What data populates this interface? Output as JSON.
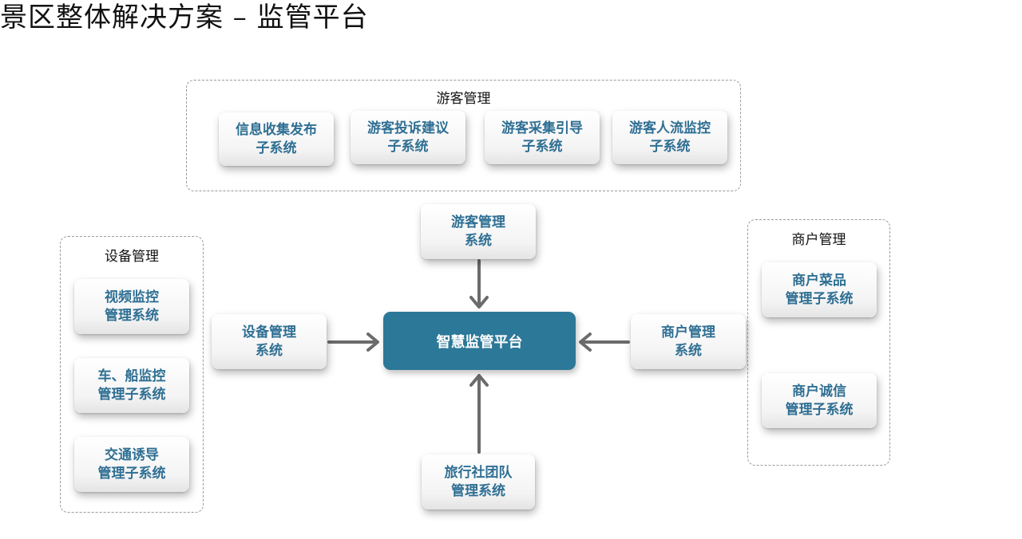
{
  "title": "景区整体解决方案 – 监管平台",
  "center": "智慧监管平台",
  "groups": {
    "visitor": {
      "label": "游客管理",
      "items": [
        {
          "line1": "信息收集发布",
          "line2": "子系统"
        },
        {
          "line1": "游客投诉建议",
          "line2": "子系统"
        },
        {
          "line1": "游客采集引导",
          "line2": "子系统"
        },
        {
          "line1": "游客人流监控",
          "line2": "子系统"
        }
      ]
    },
    "device": {
      "label": "设备管理",
      "items": [
        {
          "line1": "视频监控",
          "line2": "管理系统"
        },
        {
          "line1": "车、船监控",
          "line2": "管理子系统"
        },
        {
          "line1": "交通诱导",
          "line2": "管理子系统"
        }
      ]
    },
    "merchant": {
      "label": "商户管理",
      "items": [
        {
          "line1": "商户菜品",
          "line2": "管理子系统"
        },
        {
          "line1": "商户诚信",
          "line2": "管理子系统"
        }
      ]
    }
  },
  "nodes": {
    "top": {
      "line1": "游客管理",
      "line2": "系统"
    },
    "left": {
      "line1": "设备管理",
      "line2": "系统"
    },
    "right": {
      "line1": "商户管理",
      "line2": "系统"
    },
    "bottom": {
      "line1": "旅行社团队",
      "line2": "管理系统"
    }
  },
  "colors": {
    "accent": "#2c7898",
    "card_text": "#2f6f93",
    "arrow": "#6b6b6b"
  }
}
